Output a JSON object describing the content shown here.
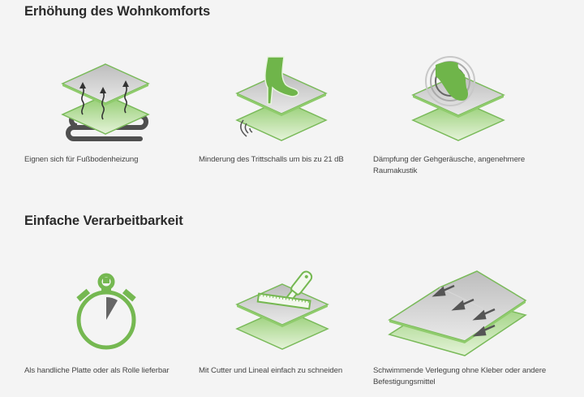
{
  "sections": [
    {
      "title": "Erhöhung des Wohnkomforts",
      "features": [
        {
          "icon": "floor-heating-icon",
          "caption": "Eignen sich für Fußbodenheizung"
        },
        {
          "icon": "impact-sound-icon",
          "caption": "Minderung des Trittschalls um bis zu 21 dB"
        },
        {
          "icon": "footstep-damping-icon",
          "caption": "Dämpfung der Gehgeräusche, angenehmere Raumakustik"
        }
      ]
    },
    {
      "title": "Einfache Verarbeitbarkeit",
      "features": [
        {
          "icon": "stopwatch-icon",
          "caption": "Als handliche Platte oder als Rolle lieferbar"
        },
        {
          "icon": "cutter-ruler-icon",
          "caption": "Mit Cutter und Lineal einfach zu schneiden"
        },
        {
          "icon": "floating-installation-icon",
          "caption": "Schwimmende Verlegung ohne Kleber oder andere Befestigungsmittel"
        }
      ]
    }
  ],
  "colors": {
    "background": "#f4f4f4",
    "accent_green": "#7aba5a",
    "dark_gray": "#555555",
    "text": "#444444"
  }
}
